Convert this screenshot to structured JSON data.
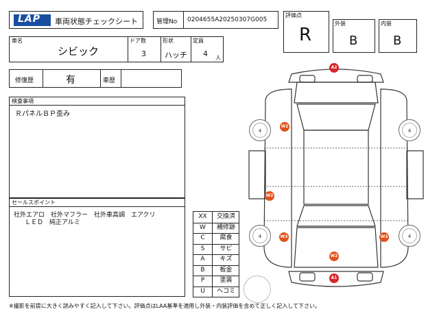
{
  "header": {
    "logo_text": "LAP",
    "title": "車両状態チェックシート",
    "kanri_label": "管理No",
    "kanri_value": "0204655A20250307G005"
  },
  "grades": {
    "overall_label": "評価点",
    "overall_value": "R",
    "exterior_label": "外装",
    "exterior_value": "B",
    "interior_label": "内装",
    "interior_value": "B"
  },
  "vehicle": {
    "name_label": "車名",
    "name_value": "シビック",
    "doors_label": "ドア数",
    "doors_value": "3",
    "shape_label": "形状",
    "shape_value": "ハッチ",
    "capacity_label": "定員",
    "capacity_value": "4",
    "capacity_unit": "人"
  },
  "history": {
    "repair_label": "修復歴",
    "repair_value": "有",
    "chassis_label": "車歴",
    "chassis_value": ""
  },
  "inspection": {
    "label": "検査事項",
    "text": "ＲパネルＢＰ歪み"
  },
  "sales_points": {
    "label": "セールスポイント",
    "line1": "社外エアロ　社外マフラー　社外車高調　エアクリ",
    "line2": "ＬＥＤ　純正アルミ"
  },
  "legend": [
    {
      "code": "XX",
      "meaning": "交換済"
    },
    {
      "code": "W",
      "meaning": "補修跡"
    },
    {
      "code": "C",
      "meaning": "腐食"
    },
    {
      "code": "S",
      "meaning": "サビ"
    },
    {
      "code": "A",
      "meaning": "キズ"
    },
    {
      "code": "B",
      "meaning": "板金"
    },
    {
      "code": "P",
      "meaning": "塗装"
    },
    {
      "code": "U",
      "meaning": "ヘコミ"
    }
  ],
  "diagram": {
    "markers": [
      {
        "id": "a2-top",
        "text": "A2",
        "color": "red"
      },
      {
        "id": "w2-left-upper",
        "text": "W2",
        "color": "orange"
      },
      {
        "id": "w2-left-mid",
        "text": "W2",
        "color": "orange"
      },
      {
        "id": "w3-left",
        "text": "W3",
        "color": "orange"
      },
      {
        "id": "w3-right",
        "text": "W3",
        "color": "orange"
      },
      {
        "id": "w2-bottom",
        "text": "W2",
        "color": "orange"
      },
      {
        "id": "a1-bottom",
        "text": "A1",
        "color": "red"
      }
    ],
    "tires": [
      "4",
      "4",
      "4",
      "4"
    ]
  },
  "footer": {
    "note": "※撮影を前提に大きく読みやすく記入して下さい。評価点はLAA基準を適用し外装・内装評価を含めて正しく記入して下さい。"
  }
}
